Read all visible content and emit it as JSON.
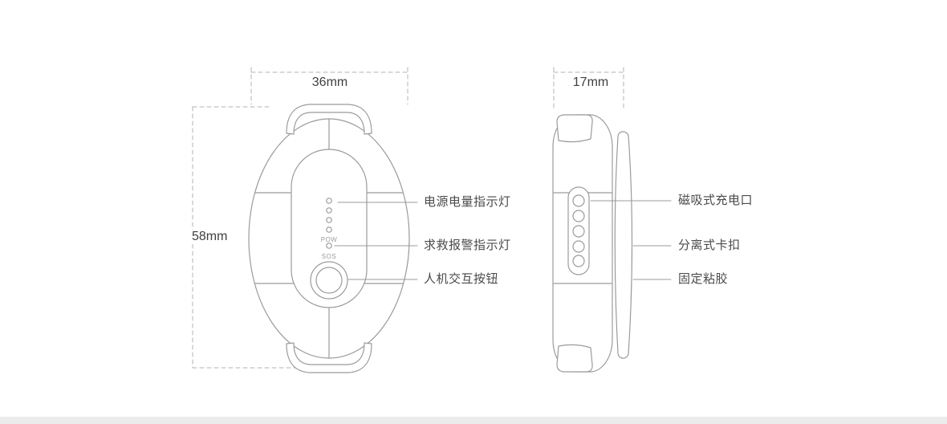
{
  "page": {
    "background_color": "#ffffff",
    "line_color": "#9b9b9b",
    "dashed_line_color": "#b3b3b3",
    "label_text_color": "#4a4a4a"
  },
  "front_view": {
    "width_dimension": "36mm",
    "height_dimension": "58mm",
    "markings": {
      "power": "POW",
      "sos": "SOS"
    },
    "callouts": [
      {
        "label": "电源电量指示灯"
      },
      {
        "label": "求救报警指示灯"
      },
      {
        "label": "人机交互按钮"
      }
    ]
  },
  "side_view": {
    "width_dimension": "17mm",
    "callouts": [
      {
        "label": "磁吸式充电口"
      },
      {
        "label": "分离式卡扣"
      },
      {
        "label": "固定粘胶"
      }
    ]
  }
}
